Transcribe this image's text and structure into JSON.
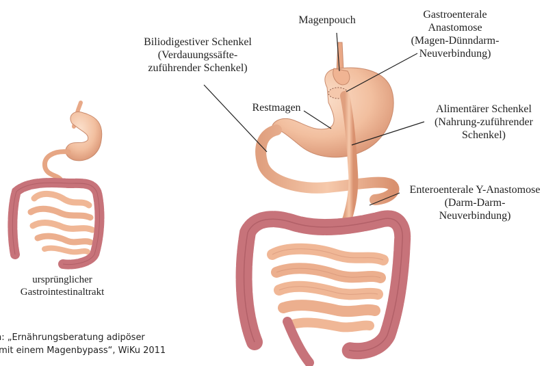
{
  "left_figure": {
    "caption": [
      "ursprünglicher",
      "Gastrointestinaltrakt"
    ]
  },
  "right_figure": {
    "labels": {
      "magenpouch": [
        "Magenpouch"
      ],
      "gastroenterale": [
        "Gastroenterale",
        "Anastomose",
        "(Magen-Dünndarm-",
        "Neuverbindung)"
      ],
      "biliodigestiver": [
        "Biliodigestiver Schenkel",
        "(Verdauungssäfte-",
        "zuführender Schenkel)"
      ],
      "restmagen": [
        "Restmagen"
      ],
      "alimentaerer": [
        "Alimentärer Schenkel",
        "(Nahrung-zuführender",
        "Schenkel)"
      ],
      "enteroenterale": [
        "Enteroenterale Y-Anastomose",
        "(Darm-Darm-",
        "Neuverbindung)"
      ]
    }
  },
  "source_note": [
    "n: „Ernährungsberatung adipöser",
    " mit einem Magenbypass“, WiKu 2011"
  ],
  "colors": {
    "colon": "#c7737a",
    "colon_dark": "#9e4d55",
    "small_intestine": "#f0b796",
    "small_intestine_dark": "#c9866a",
    "stomach": "#f4c3a3",
    "stomach_shade": "#e3a27f"
  }
}
